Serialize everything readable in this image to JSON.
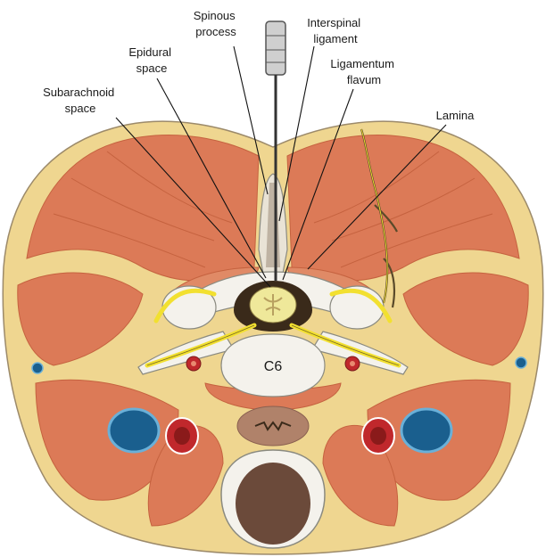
{
  "labels": {
    "spinous_process": [
      "Spinous",
      "process"
    ],
    "interspinal_ligament": [
      "Interspinal",
      "ligament"
    ],
    "epidural_space": [
      "Epidural",
      "space"
    ],
    "ligamentum_flavum": [
      "Ligamentum",
      "flavum"
    ],
    "subarachnoid_space": [
      "Subarachnoid",
      "space"
    ],
    "lamina": "Lamina",
    "vertebra": "C6"
  },
  "colors": {
    "skin": "#efd690",
    "muscle": "#dc7a57",
    "muscle_line": "#c5623f",
    "fascia": "#f2e0a8",
    "bone": "#f4f2ec",
    "bone_outline": "#8a8a80",
    "nerve": "#f2e030",
    "vein": "#1a5f8e",
    "artery": "#c0282c",
    "esophagus": "#b0826a",
    "trachea_lumen": "#6b4a3a"
  }
}
